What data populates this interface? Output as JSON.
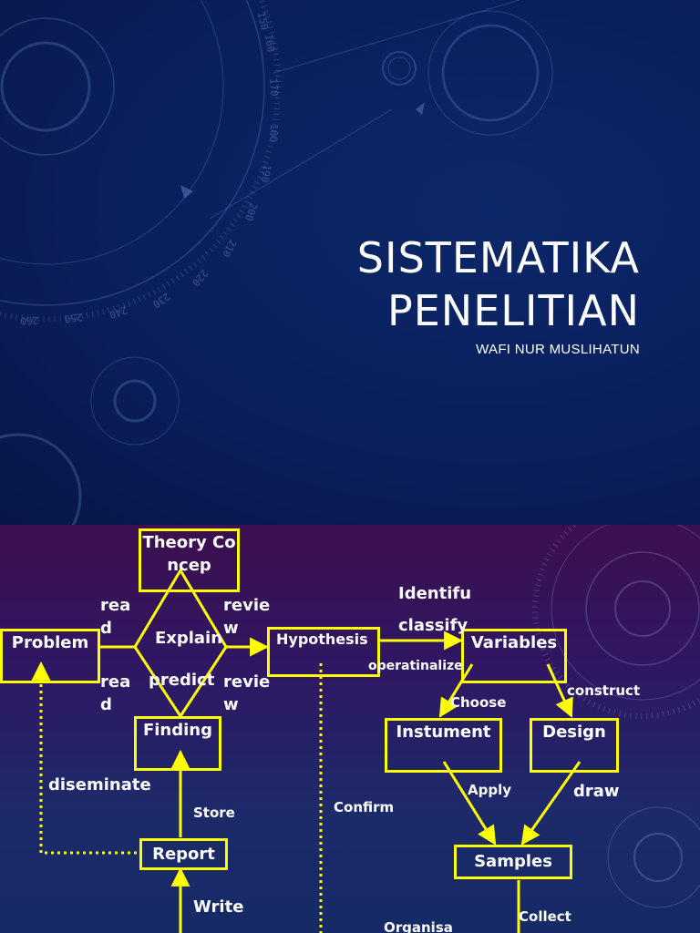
{
  "slide1": {
    "title_line1": "SISTEMATIKA",
    "title_line2": "PENELITIAN",
    "subtitle": "WAFI NUR MUSLIHATUN",
    "dial_ticks": [
      "150",
      "160",
      "170",
      "180",
      "190",
      "200",
      "210",
      "220",
      "230",
      "240",
      "250",
      "260"
    ]
  },
  "slide2": {
    "nodes": {
      "theory": "Theory Concep",
      "problem": "Problem",
      "explain": "Explain",
      "hypothesis": "Hypothesis",
      "variables": "Variables",
      "finding": "Finding",
      "instrument": "Instument",
      "design": "Design",
      "report": "Report",
      "samples": "Samples"
    },
    "labels": {
      "read_top": "read",
      "review_top": "review",
      "read_bottom": "read",
      "review_bottom": "review",
      "predict": "predict",
      "identify": "Identifu",
      "classify": "classify",
      "operationalize": "operatinalize",
      "choose": "Choose",
      "construct": "construct",
      "disseminate": "diseminate",
      "store": "Store",
      "confirm": "Confirm",
      "apply": "Apply",
      "draw": "draw",
      "write": "Write",
      "collect": "Collect",
      "organise": "Organisa"
    },
    "colors": {
      "box": "#ffff00",
      "text": "#ffffff"
    }
  }
}
